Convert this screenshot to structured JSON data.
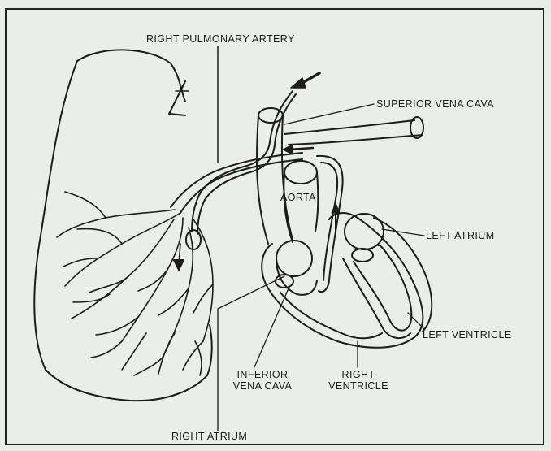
{
  "diagram": {
    "labels": {
      "right_pulmonary_artery": "RIGHT PULMONARY ARTERY",
      "superior_vena_cava": "SUPERIOR VENA CAVA",
      "aorta": "AORTA",
      "left_atrium": "LEFT ATRIUM",
      "left_ventricle": "LEFT VENTRICLE",
      "inferior_vena_cava_line1": "INFERIOR",
      "inferior_vena_cava_line2": "VENA CAVA",
      "right_ventricle_line1": "RIGHT",
      "right_ventricle_line2": "VENTRICLE",
      "right_atrium": "RIGHT ATRIUM"
    },
    "colors": {
      "ink": "#1c1c1c",
      "paper": "#ebede8"
    }
  }
}
